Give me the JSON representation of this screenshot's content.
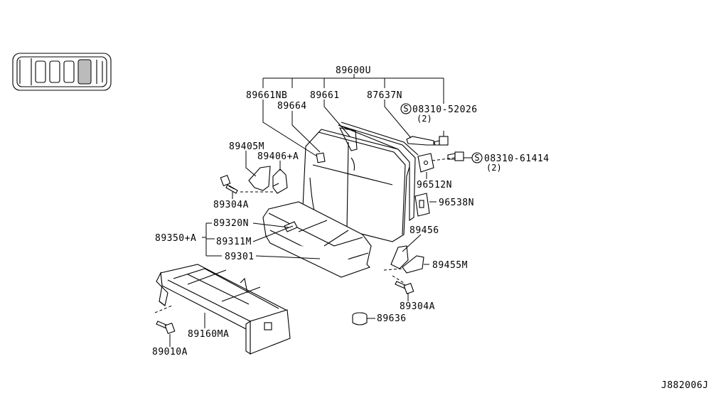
{
  "diagram": {
    "main_assembly": "89600U",
    "parts": {
      "p89661NB": "89661NB",
      "p89661": "89661",
      "p87637N": "87637N",
      "p08310_52026": "08310-52026",
      "p08310_52026_qty": "(2)",
      "p89664": "89664",
      "p89405M": "89405M",
      "p89406A": "89406+A",
      "p89304A_left": "89304A",
      "p08310_61414": "08310-61414",
      "p08310_61414_qty": "(2)",
      "p96512N": "96512N",
      "p96538N": "96538N",
      "p89320N": "89320N",
      "p89350A": "89350+A",
      "p89311M": "89311M",
      "p89301": "89301",
      "p89456": "89456",
      "p89455M": "89455M",
      "p89304A_right": "89304A",
      "p89636": "89636",
      "p89160MA": "89160MA",
      "p89010A": "89010A"
    },
    "screw_symbol": "S",
    "figure_code": "J882006J"
  }
}
